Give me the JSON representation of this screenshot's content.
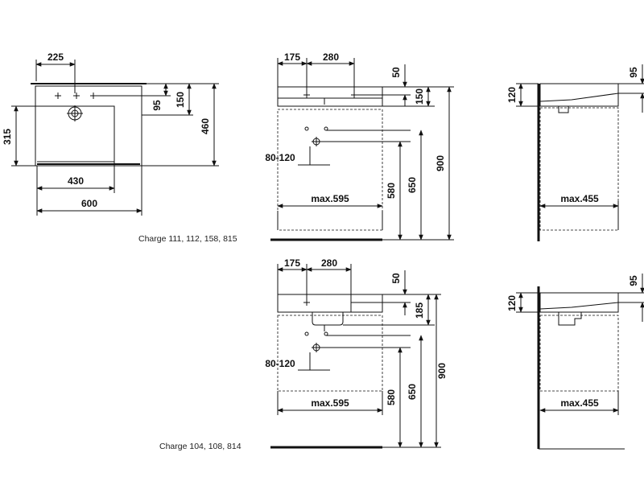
{
  "plan_view": {
    "dims": {
      "d225": "225",
      "d150": "150",
      "d95": "95",
      "d460": "460",
      "d315": "315",
      "d430": "430",
      "d600": "600"
    },
    "caption": "Charge 111, 112, 158, 815"
  },
  "front_view_1": {
    "dims": {
      "d175": "175",
      "d280": "280",
      "d50": "50",
      "d150": "150",
      "d80_120": "80-120",
      "d580": "580",
      "d650": "650",
      "d900": "900",
      "max595": "max.595"
    }
  },
  "side_view_1": {
    "dims": {
      "d95": "95",
      "d120": "120",
      "max455": "max.455"
    }
  },
  "front_view_2": {
    "dims": {
      "d175": "175",
      "d280": "280",
      "d50": "50",
      "d185": "185",
      "d80_120": "80-120",
      "d580": "580",
      "d650": "650",
      "d900": "900",
      "max595": "max.595"
    },
    "caption": "Charge 104, 108, 814"
  },
  "side_view_2": {
    "dims": {
      "d95": "95",
      "d120": "120",
      "max455": "max.455"
    }
  }
}
